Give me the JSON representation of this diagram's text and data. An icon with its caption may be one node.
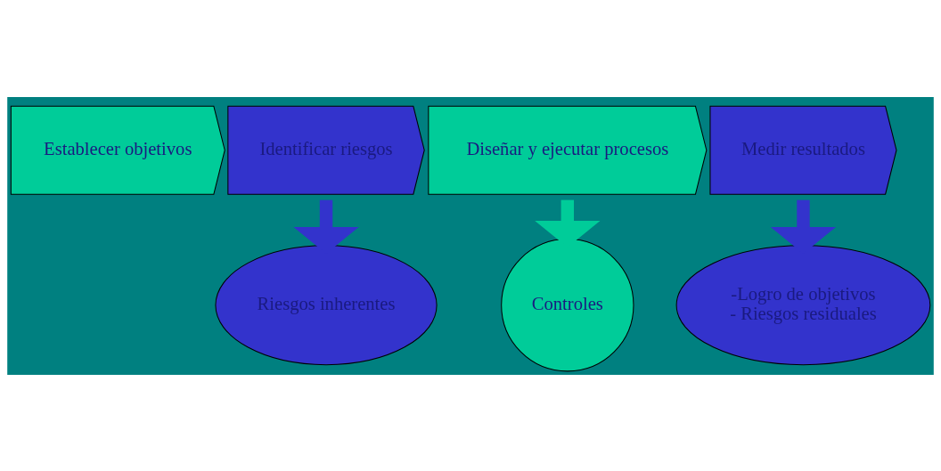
{
  "diagram": {
    "nodes": [
      {
        "text": [
          "Establecer objetivos"
        ]
      },
      {
        "text": [
          "Identificar riesgos"
        ]
      },
      {
        "text": [
          "Diseñar y ejecutar procesos"
        ]
      },
      {
        "text": [
          "Medir resultados"
        ]
      },
      {
        "text": [
          "Riesgos inherentes"
        ]
      },
      {
        "text": [
          "Controles"
        ]
      },
      {
        "text": [
          "-Logro de objetivos",
          "- Riesgos residuales"
        ]
      }
    ],
    "edges": [
      {
        "from": 1,
        "to": 4,
        "arrow": "to"
      },
      {
        "from": 2,
        "to": 5,
        "arrow": "to",
        "color": "#00cc99"
      },
      {
        "from": 3,
        "to": 6,
        "arrow": "to"
      }
    ]
  }
}
